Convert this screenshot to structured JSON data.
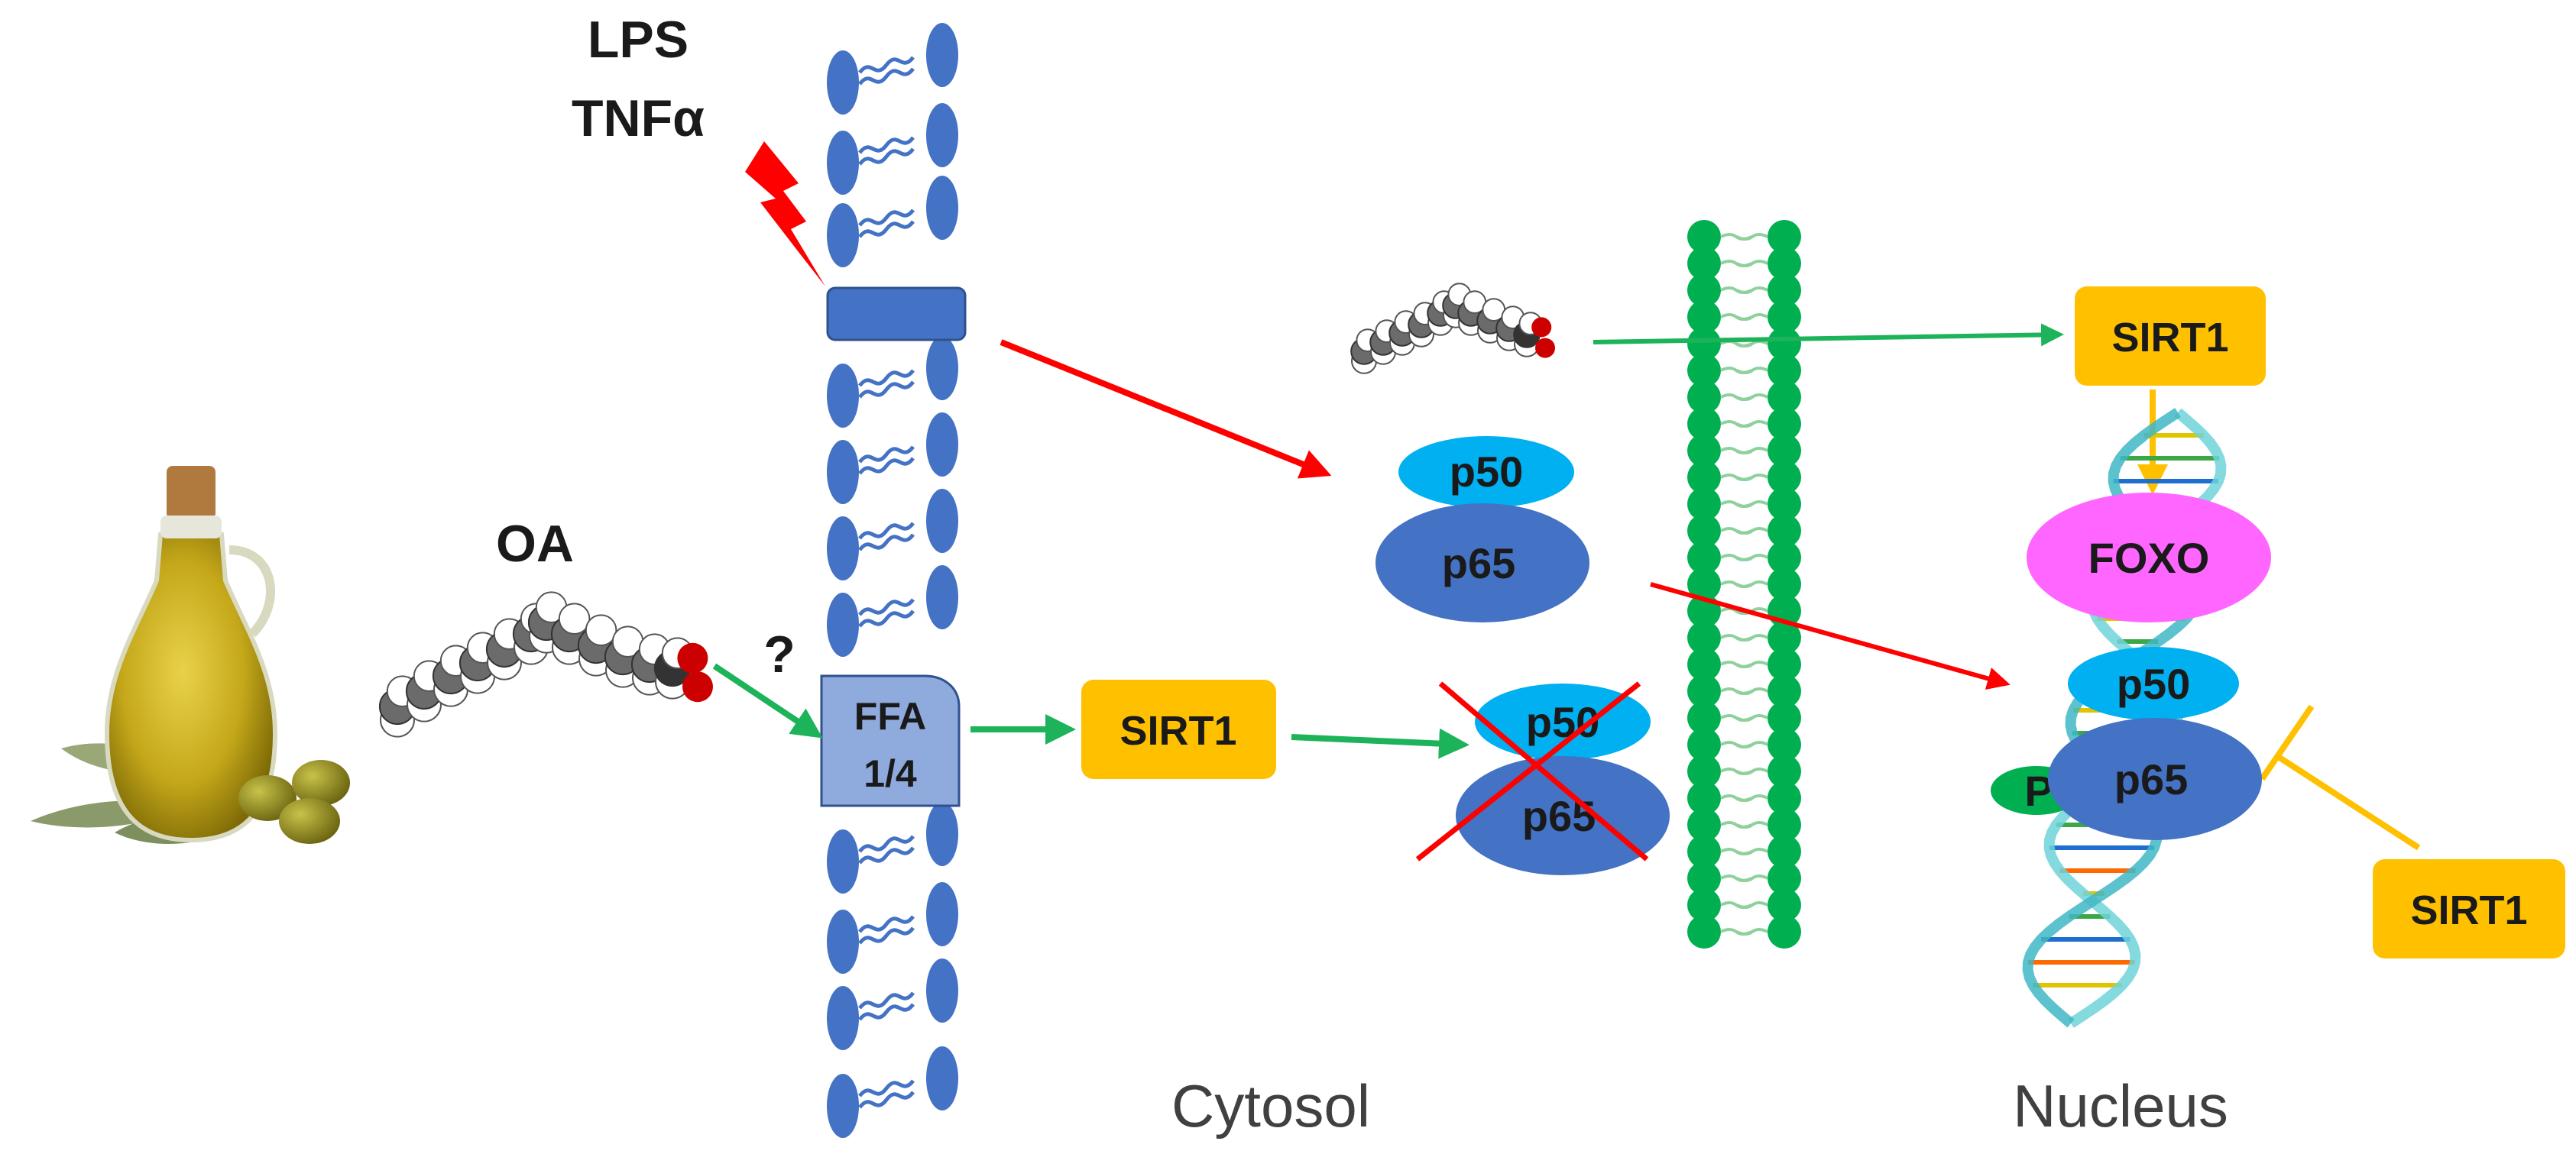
{
  "labels": {
    "lps": "LPS",
    "tnfa": "TNFα",
    "oa": "OA",
    "question": "?",
    "ffa_line1": "FFA",
    "ffa_line2": "1/4",
    "sirt1_cyto": "SIRT1",
    "sirt1_nuclear_top": "SIRT1",
    "sirt1_nuclear_bottom": "SIRT1",
    "p50_upper": "p50",
    "p65_upper": "p65",
    "p50_inhibited": "p50",
    "p65_inhibited": "p65",
    "foxo": "FOXO",
    "p50_nucleus": "p50",
    "p65_nucleus": "p65",
    "phospho": "P",
    "cytosol": "Cytosol",
    "nucleus": "Nucleus"
  },
  "colors": {
    "membrane_blue": "#4472c4",
    "receptor_light": "#8faadc",
    "nuclear_membrane_green": "#00b050",
    "activation_red": "#ff0000",
    "activation_green": "#1db35b",
    "sirt1_orange": "#ffc000",
    "p50_cyan": "#00b0f0",
    "p65_blue": "#4472c4",
    "foxo_magenta": "#ff66ff",
    "inhibition_yellow": "#ffc000"
  },
  "icons": {
    "olive_oil": "olive-oil-bottle-icon",
    "lightning": "lightning-bolt-icon",
    "oleic_acid": "oleic-acid-molecule-icon",
    "dna": "dna-helix-icon"
  }
}
